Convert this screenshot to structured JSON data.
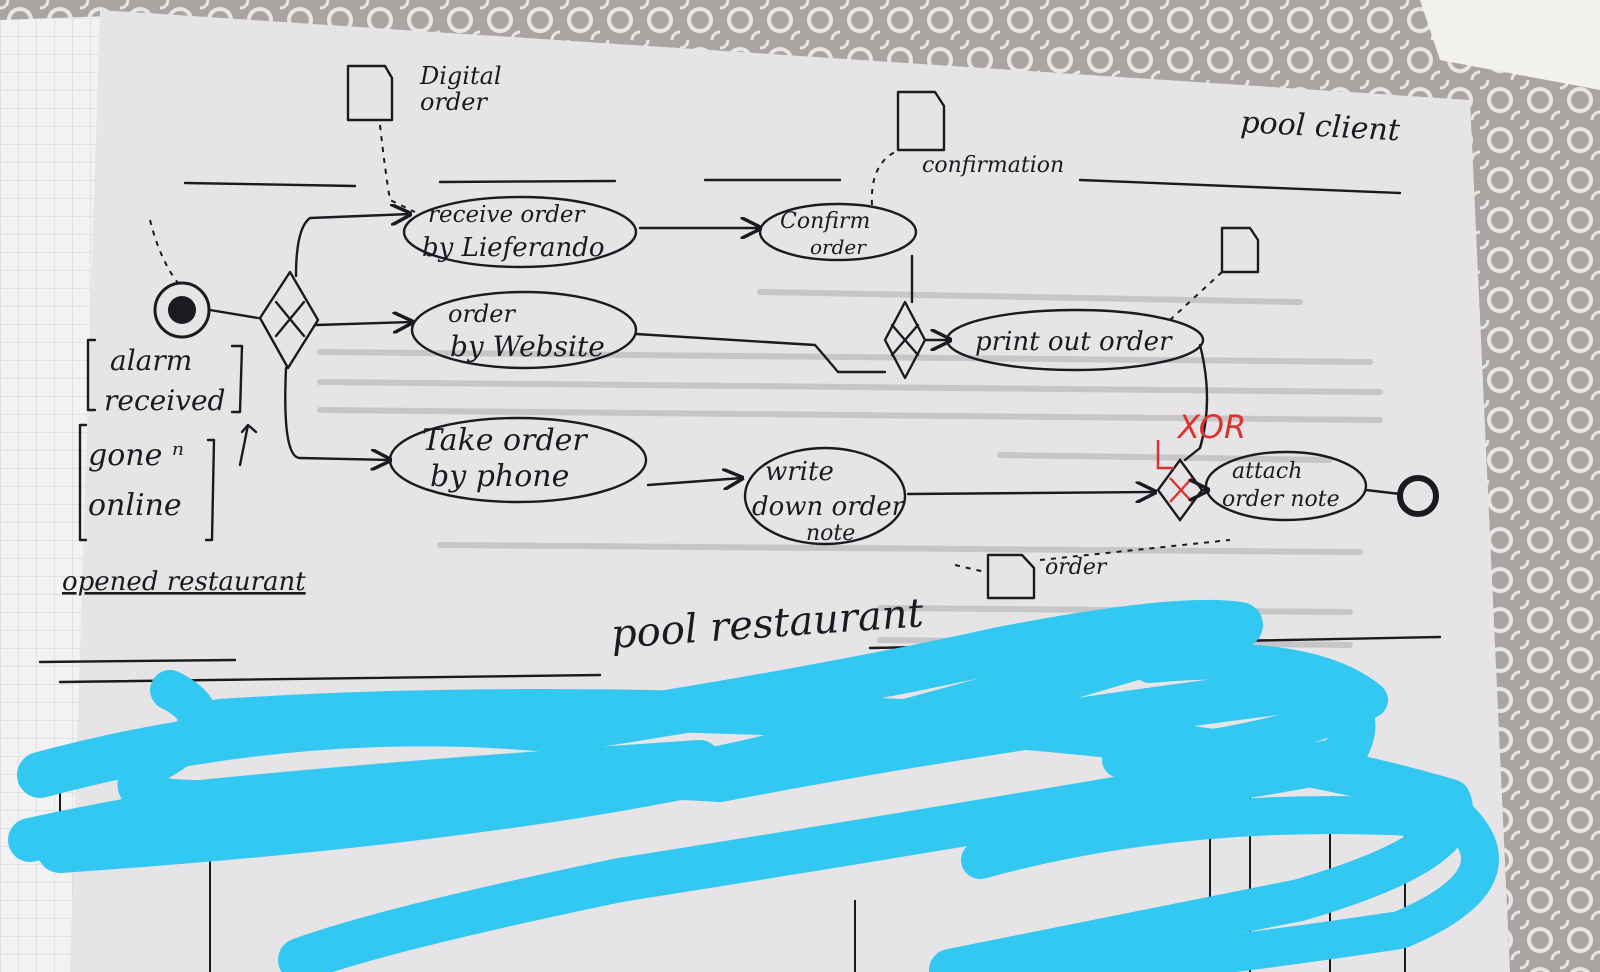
{
  "sketch": {
    "pool_client_label": "pool client",
    "pool_restaurant_label": "pool restaurant",
    "pool_restaurant_alt_label": "opened restaurant",
    "start_event": {
      "label_line1": "alarm",
      "label_line2": "received",
      "annotation_line1": "gone ⁿ",
      "annotation_line2": "online"
    },
    "artifacts": {
      "digital_order_line1": "Digital",
      "digital_order_line2": "order",
      "confirmation": "confirmation",
      "order": "order"
    },
    "tasks": {
      "receive_order_line1": "receive order",
      "receive_order_line2": "by Lieferando",
      "order_website_line1": "order",
      "order_website_line2": "by Website",
      "take_order_phone_line1": "Take order",
      "take_order_phone_line2": "by phone",
      "confirm_order_line1": "Confirm",
      "confirm_order_line2": "order",
      "print_out_order": "print out order",
      "write_down_note_line1": "write",
      "write_down_note_line2": "down order",
      "write_down_note_line3": "note",
      "attach_order_note_line1": "attach",
      "attach_order_note_line2": "order note"
    },
    "gateway_annotation": "XOR",
    "colors": {
      "paper": "#e6e4e6",
      "grid_paper": "#f2f2f2",
      "ink": "#1b1b1f",
      "red_ink": "#e03131",
      "scribble": "#33c8f2"
    }
  }
}
